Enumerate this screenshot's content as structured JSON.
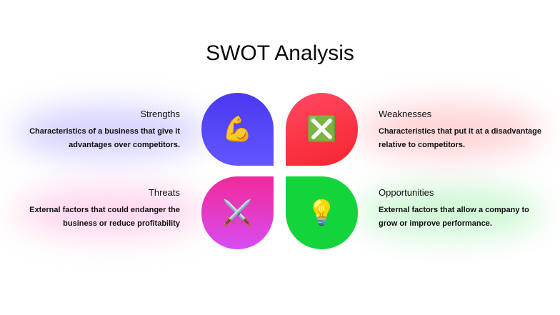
{
  "title": "SWOT Analysis",
  "quadrants": {
    "strengths": {
      "label": "Strengths",
      "description": "Characteristics of a business that give it advantages over competitors.",
      "icon": "💪",
      "icon_name": "flexed-biceps-icon",
      "color": "#5548f8"
    },
    "weaknesses": {
      "label": "Weaknesses",
      "description": "Characteristics that put it at a disadvantage relative to competitors.",
      "icon": "❎",
      "icon_name": "cross-mark-icon",
      "color": "#fa3344"
    },
    "threats": {
      "label": "Threats",
      "description": "External factors that could endanger the business or reduce profitability",
      "icon": "⚔️",
      "icon_name": "crossed-swords-icon",
      "color": "#e43cc6"
    },
    "opportunities": {
      "label": "Opportunities",
      "description": "External factors that allow a company to grow or improve performance.",
      "icon": "💡",
      "icon_name": "light-bulb-icon",
      "color": "#13d43b"
    }
  }
}
